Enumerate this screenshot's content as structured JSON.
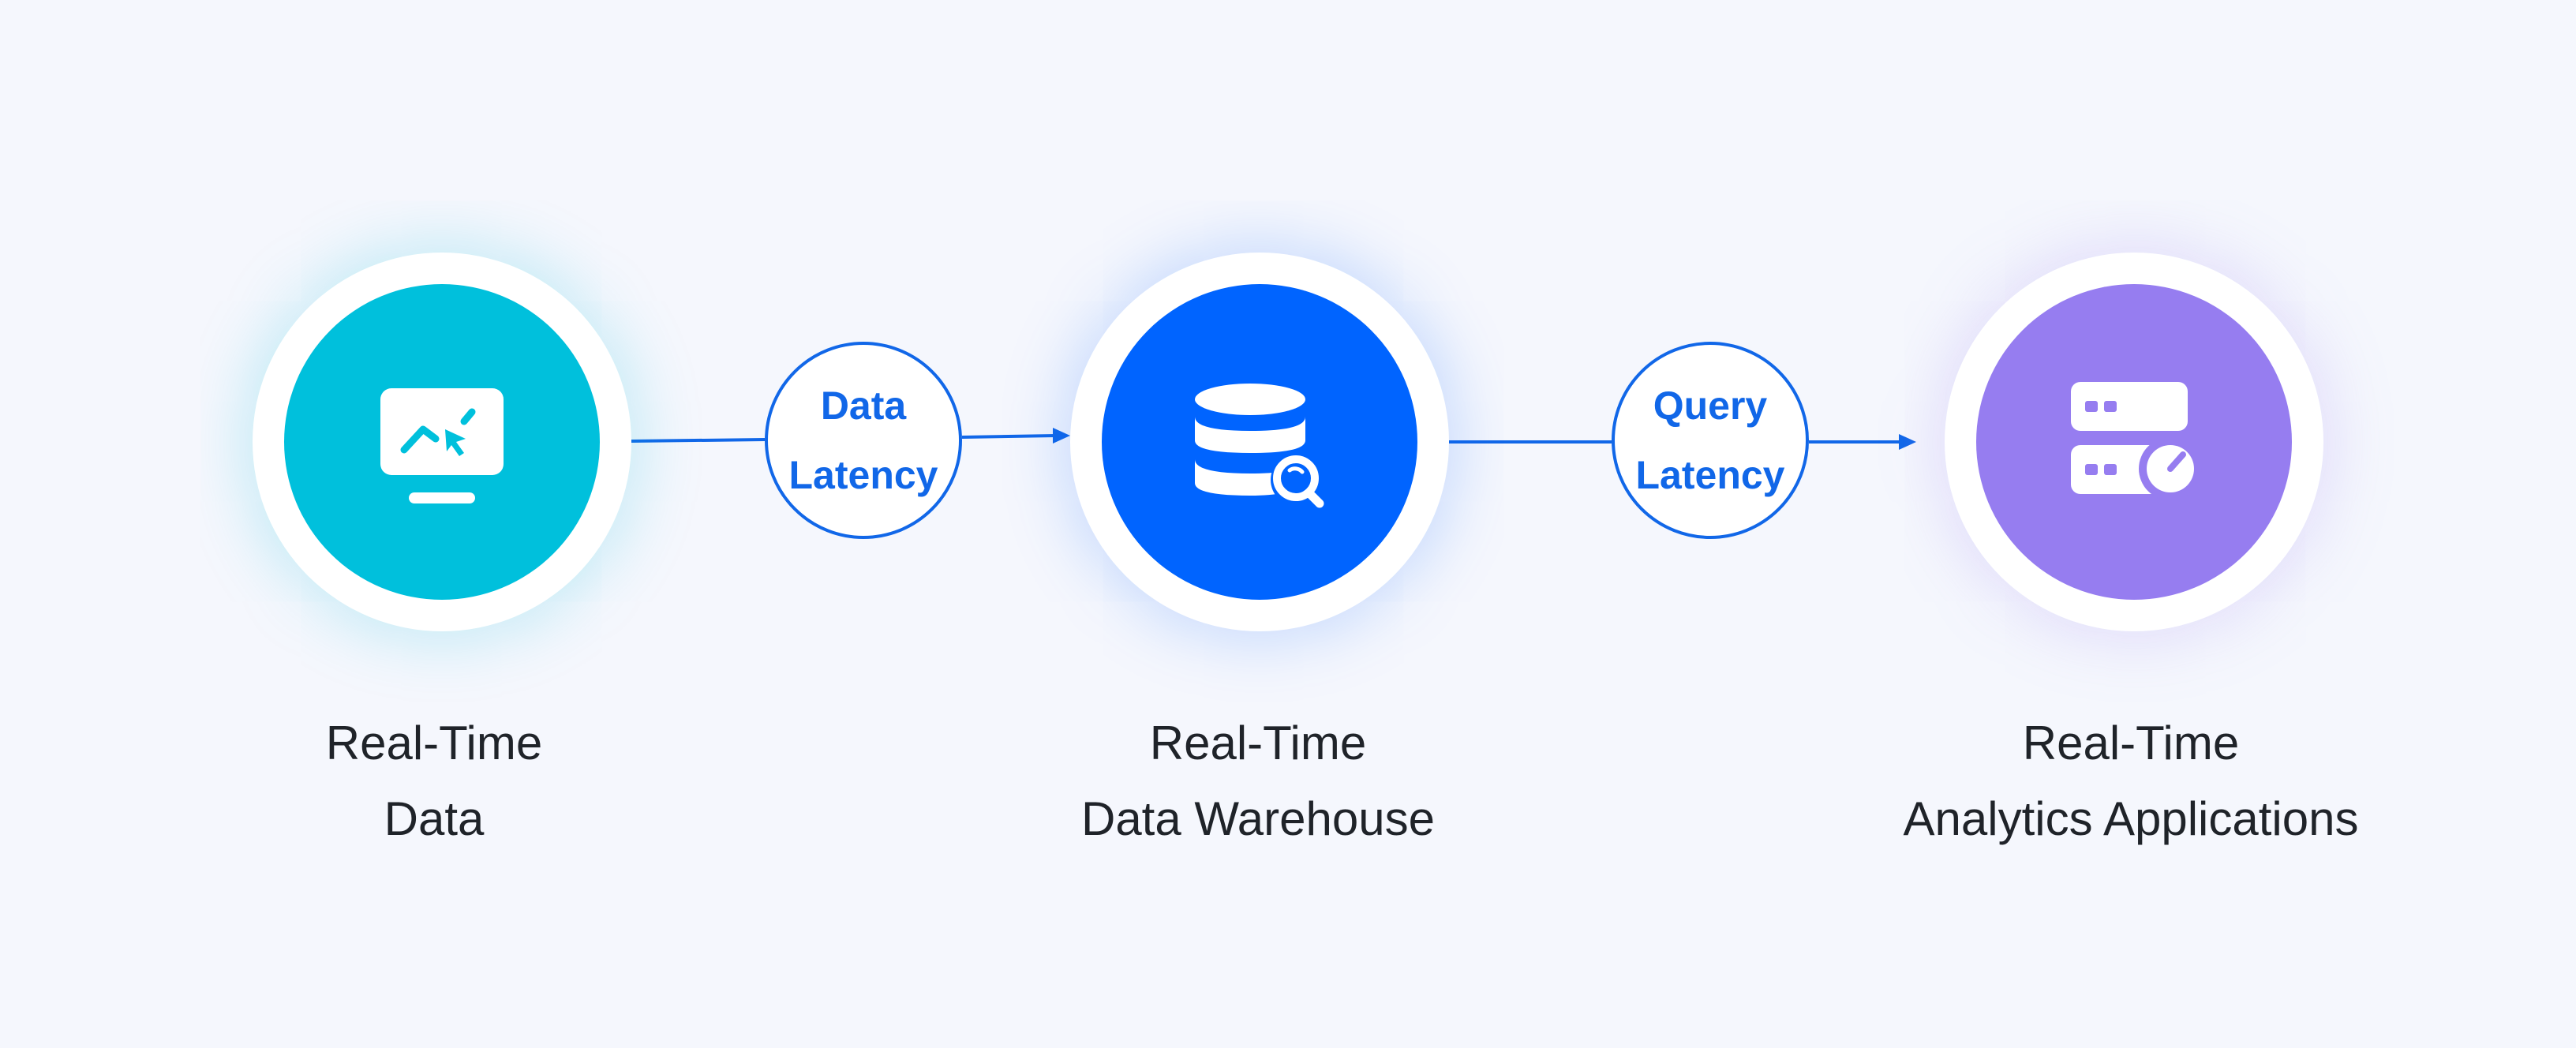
{
  "colors": {
    "background": "#f5f7fd",
    "connector": "#1167e8",
    "node_data": "#00c0dc",
    "node_warehouse": "#0064ff",
    "node_apps": "#967df0",
    "label_text": "#1f2329"
  },
  "nodes": [
    {
      "id": "real-time-data",
      "icon": "monitor-cursor-icon",
      "label_line1": "Real-Time",
      "label_line2": "Data"
    },
    {
      "id": "real-time-data-warehouse",
      "icon": "database-search-icon",
      "label_line1": "Real-Time",
      "label_line2": "Data Warehouse"
    },
    {
      "id": "real-time-analytics-applications",
      "icon": "server-gauge-icon",
      "label_line1": "Real-Time",
      "label_line2": "Analytics Applications"
    }
  ],
  "latencies": [
    {
      "line1": "Data",
      "line2": "Latency"
    },
    {
      "line1": "Query",
      "line2": "Latency"
    }
  ]
}
